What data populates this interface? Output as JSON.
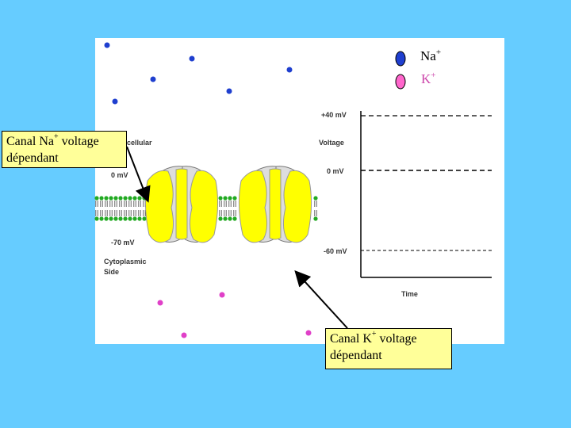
{
  "colors": {
    "background": "#66ccff",
    "panel": "#ffffff",
    "na_ion": "#1f3fcf",
    "k_ion": "#e040c8",
    "channel": "#ffff00",
    "head": "#33aa33",
    "callout_fill": "#ffff99"
  },
  "legend": {
    "na": {
      "base": "Na",
      "charge": "+"
    },
    "k": {
      "base": "K",
      "charge": "+"
    }
  },
  "membrane": {
    "extracellular_label": "cellular",
    "zero_mv": "0 mV",
    "minus70_mv": "-70 mV",
    "cytoplasmic_line1": "Cytoplasmic",
    "cytoplasmic_line2": "Side"
  },
  "graph": {
    "plus40": "+40 mV",
    "voltage": "Voltage",
    "zero": "0 mV",
    "minus60": "-60 mV",
    "time": "Time"
  },
  "callouts": {
    "na_channel": {
      "line1_pre": "Canal Na",
      "charge": "+",
      "line1_post": " voltage",
      "line2": "dépendant"
    },
    "k_channel": {
      "line1_pre": "Canal K",
      "charge": "+",
      "line1_post": " voltage",
      "line2": "dépendant"
    }
  }
}
